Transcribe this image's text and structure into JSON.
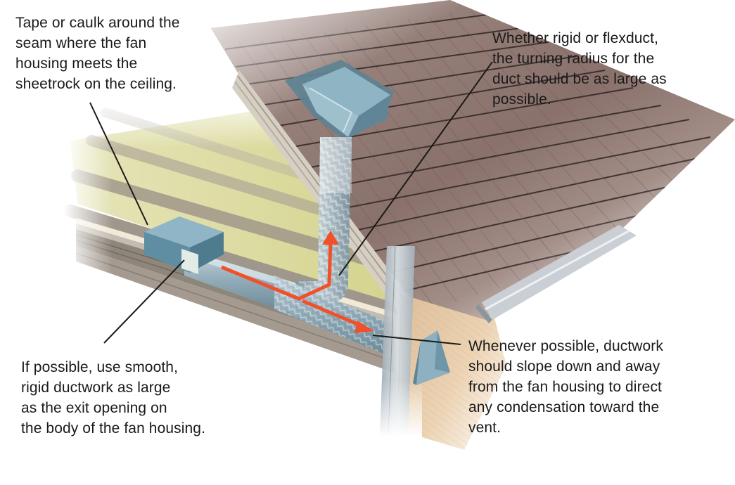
{
  "diagram": {
    "subject": "Bathroom exhaust fan ductwork routed through attic to roof vent and soffit wall vent",
    "components": {
      "fan_housing": "fan housing",
      "roof_vent": "roof vent",
      "flex_duct": "flexduct",
      "rigid_duct": "rigid ductwork",
      "wall_vent": "vent",
      "airflow_arrows": "airflow"
    },
    "annotations": [
      {
        "id": "seam",
        "text": "Tape or caulk around the\nseam where the fan\nhousing meets the\nsheetrock on the ceiling.",
        "points_to": "fan_housing"
      },
      {
        "id": "radius",
        "text": "Whether rigid or flexduct,\nthe turning radius for the\nduct should be as large as\npossible.",
        "points_to": "flex_duct"
      },
      {
        "id": "rigid",
        "text": "If possible, use smooth,\nrigid ductwork as large\nas the exit opening on\nthe body of the fan housing.",
        "points_to": "rigid_duct"
      },
      {
        "id": "slope",
        "text": "Whenever possible, ductwork\nshould slope down and away\nfrom the fan housing to direct\nany condensation toward the\nvent.",
        "points_to": "wall_vent"
      }
    ],
    "colors": {
      "text": "#1a1a1a",
      "leader": "#1a1a1a",
      "airflow_arrow": "#f0502a",
      "roof_shingle": "#8c7670",
      "insulation": "#d9d99a",
      "joist": "#a8a096",
      "duct": "#9fb6c2",
      "fan_housing": "#6f9db2",
      "soffit_wood": "#e8c9a4",
      "gutter": "#b8bec4"
    }
  }
}
